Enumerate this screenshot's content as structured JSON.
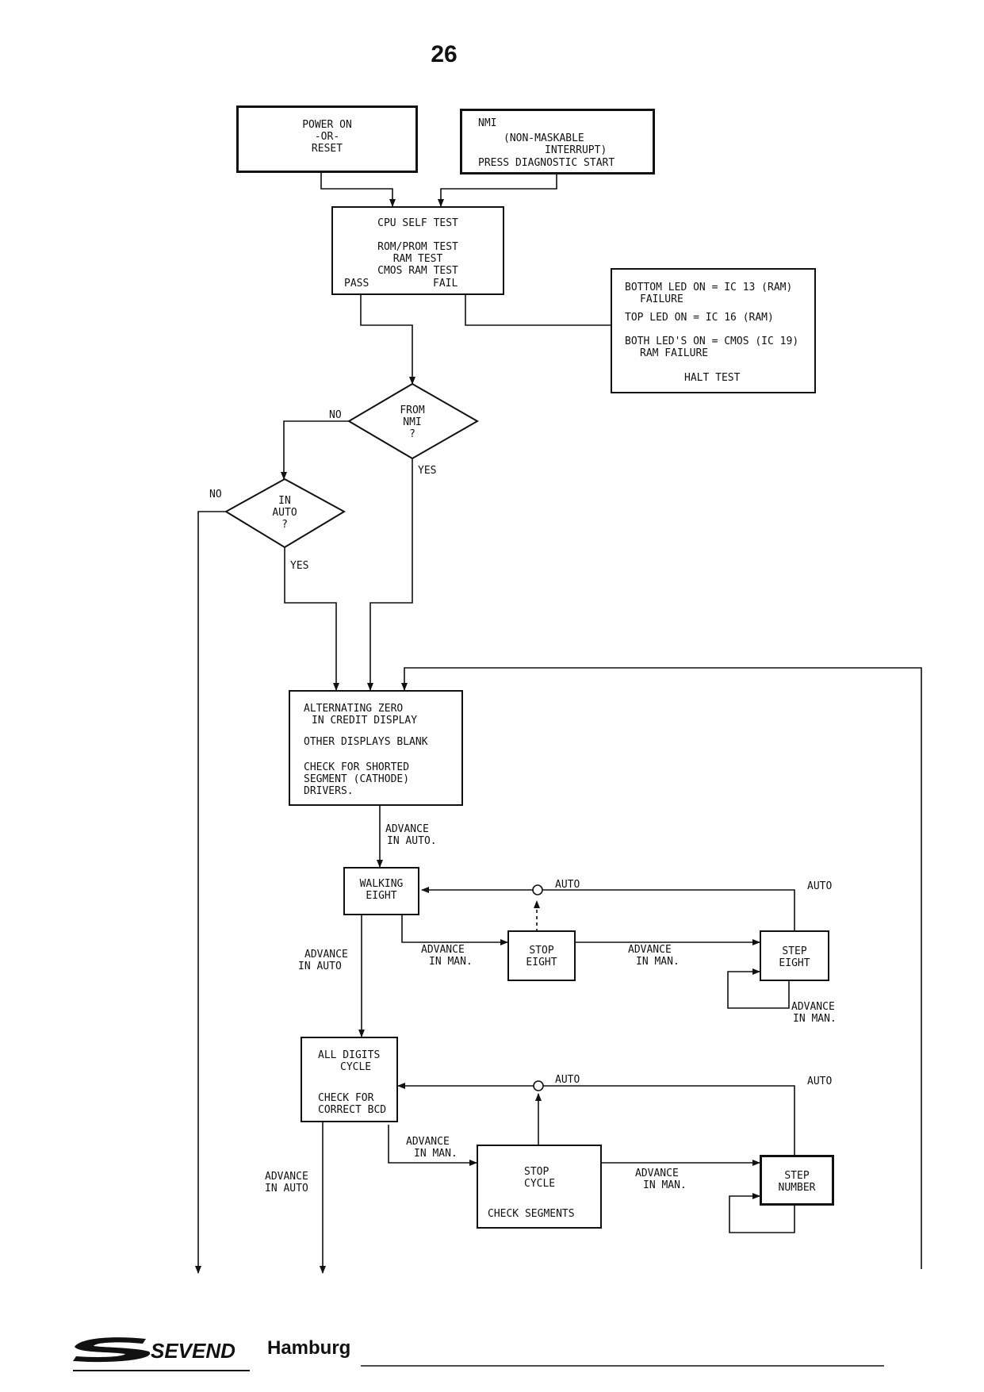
{
  "page_number": "26",
  "nodes": {
    "power_on": [
      "POWER ON",
      "-OR-",
      "RESET"
    ],
    "nmi": [
      "NMI",
      "(NON-MASKABLE",
      "INTERRUPT)",
      "PRESS DIAGNOSTIC START"
    ],
    "cpu_self_test": {
      "lines": [
        "CPU SELF TEST",
        "ROM/PROM TEST",
        "RAM TEST",
        "CMOS RAM TEST"
      ],
      "pass": "PASS",
      "fail": "FAIL"
    },
    "led_fail": {
      "l1": "BOTTOM LED ON = IC 13 (RAM)",
      "l2": "FAILURE",
      "l3": "TOP LED ON = IC 16 (RAM)",
      "l4": "BOTH LED'S ON = CMOS (IC 19)",
      "l5": "RAM FAILURE",
      "l6": "HALT TEST"
    },
    "from_nmi": [
      "FROM",
      "NMI",
      "?"
    ],
    "in_auto": [
      "IN",
      "AUTO",
      "?"
    ],
    "alt_zero": [
      "ALTERNATING ZERO",
      "IN CREDIT DISPLAY",
      "OTHER DISPLAYS BLANK",
      "CHECK FOR SHORTED",
      "SEGMENT (CATHODE)",
      "DRIVERS."
    ],
    "walking_eight": [
      "WALKING",
      "EIGHT"
    ],
    "stop_eight": [
      "STOP",
      "EIGHT"
    ],
    "step_eight": [
      "STEP",
      "EIGHT"
    ],
    "all_digits": [
      "ALL DIGITS",
      "CYCLE",
      "CHECK FOR",
      "CORRECT BCD"
    ],
    "stop_cycle": [
      "STOP",
      "CYCLE",
      "CHECK SEGMENTS"
    ],
    "step_number": [
      "STEP",
      "NUMBER"
    ]
  },
  "labels": {
    "no": "NO",
    "yes": "YES",
    "auto": "AUTO",
    "advance_in_auto_dot": [
      "ADVANCE",
      "IN AUTO."
    ],
    "advance_in_auto": [
      "ADVANCE",
      "IN AUTO"
    ],
    "advance_in_man": [
      "ADVANCE",
      "IN MAN."
    ]
  },
  "footer": {
    "brand": "SEVEND",
    "city": "Hamburg"
  }
}
